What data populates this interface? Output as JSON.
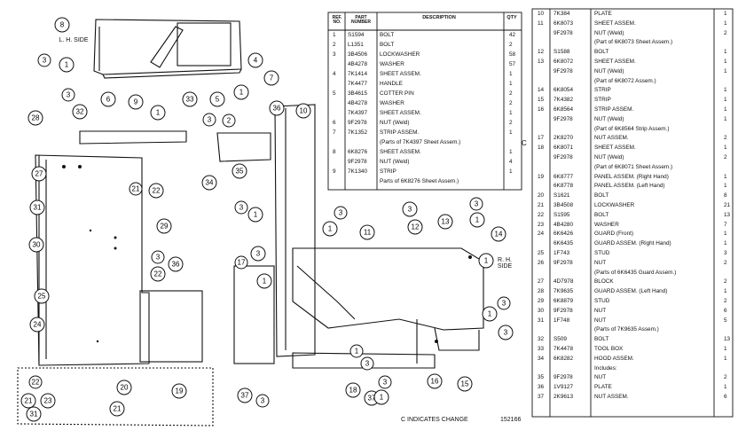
{
  "labels": {
    "lh_side": "L. H. SIDE",
    "rh_side": "R. H. SIDE",
    "change_note": "C INDICATES CHANGE",
    "ref_code": "152166",
    "change_mark": "C"
  },
  "callouts": [
    {
      "n": "8"
    },
    {
      "n": "3"
    },
    {
      "n": "1"
    },
    {
      "n": "4"
    },
    {
      "n": "7"
    },
    {
      "n": "6"
    },
    {
      "n": "9"
    },
    {
      "n": "1"
    },
    {
      "n": "33"
    },
    {
      "n": "5"
    },
    {
      "n": "1"
    },
    {
      "n": "3"
    },
    {
      "n": "32"
    },
    {
      "n": "28"
    },
    {
      "n": "3"
    },
    {
      "n": "2"
    },
    {
      "n": "36"
    },
    {
      "n": "10"
    },
    {
      "n": "35"
    },
    {
      "n": "34"
    },
    {
      "n": "27"
    },
    {
      "n": "22"
    },
    {
      "n": "21"
    },
    {
      "n": "29"
    },
    {
      "n": "31"
    },
    {
      "n": "30"
    },
    {
      "n": "3"
    },
    {
      "n": "36"
    },
    {
      "n": "22"
    },
    {
      "n": "25"
    },
    {
      "n": "24"
    },
    {
      "n": "22"
    },
    {
      "n": "23"
    },
    {
      "n": "21"
    },
    {
      "n": "31"
    },
    {
      "n": "20"
    },
    {
      "n": "21"
    },
    {
      "n": "19"
    },
    {
      "n": "3"
    },
    {
      "n": "1"
    },
    {
      "n": "17"
    },
    {
      "n": "3"
    },
    {
      "n": "1"
    },
    {
      "n": "3"
    },
    {
      "n": "1"
    },
    {
      "n": "11"
    },
    {
      "n": "3"
    },
    {
      "n": "12"
    },
    {
      "n": "13"
    },
    {
      "n": "3"
    },
    {
      "n": "1"
    },
    {
      "n": "14"
    },
    {
      "n": "1"
    },
    {
      "n": "3"
    },
    {
      "n": "1"
    },
    {
      "n": "3"
    },
    {
      "n": "37"
    },
    {
      "n": "3"
    },
    {
      "n": "18"
    },
    {
      "n": "37"
    },
    {
      "n": "3"
    },
    {
      "n": "1"
    },
    {
      "n": "16"
    },
    {
      "n": "15"
    },
    {
      "n": "3"
    },
    {
      "n": "1"
    }
  ],
  "parts_table_left": {
    "headers": {
      "ref": "REF. NO.",
      "part": "PART NUMBER",
      "desc": "DESCRIPTION",
      "qty": "QTY"
    },
    "rows": [
      {
        "ref": "1",
        "part": "S1594",
        "desc": "BOLT",
        "qty": "42"
      },
      {
        "ref": "2",
        "part": "L1351",
        "desc": "BOLT",
        "qty": "2"
      },
      {
        "ref": "3",
        "part": "3B4506",
        "desc": "LOCKWASHER",
        "qty": "58"
      },
      {
        "ref": "",
        "part": "4B4278",
        "desc": "WASHER",
        "qty": "57"
      },
      {
        "ref": "4",
        "part": "7K1414",
        "desc": "SHEET ASSEM.",
        "qty": "1"
      },
      {
        "ref": "",
        "part": "7K4477",
        "desc": "HANDLE",
        "qty": "1"
      },
      {
        "ref": "5",
        "part": "3B4615",
        "desc": "COTTER PIN",
        "qty": "2"
      },
      {
        "ref": "",
        "part": "4B4278",
        "desc": "WASHER",
        "qty": "2"
      },
      {
        "ref": "",
        "part": "7K4397",
        "desc": "SHEET ASSEM.",
        "qty": "1"
      },
      {
        "ref": "6",
        "part": "9F2978",
        "desc": "NUT (Weld)",
        "qty": "2"
      },
      {
        "ref": "7",
        "part": "7K1352",
        "desc": "STRIP ASSEM.",
        "qty": "1"
      },
      {
        "ref": "",
        "part": "",
        "desc": "(Parts of 7K4397 Sheet Assem.)",
        "qty": ""
      },
      {
        "ref": "8",
        "part": "6K8276",
        "desc": "SHEET ASSEM.",
        "qty": "1"
      },
      {
        "ref": "",
        "part": "9F2978",
        "desc": "NUT (Weld)",
        "qty": "4"
      },
      {
        "ref": "9",
        "part": "7K1340",
        "desc": "STRIP",
        "qty": "1"
      },
      {
        "ref": "",
        "part": "",
        "desc": "Parts of 6K8276 Sheet Assem.)",
        "qty": ""
      }
    ]
  },
  "parts_table_right": {
    "rows": [
      {
        "ref": "10",
        "part": "7K384",
        "desc": "PLATE",
        "qty": "1"
      },
      {
        "ref": "11",
        "part": "6K8073",
        "desc": "SHEET ASSEM.",
        "qty": "1"
      },
      {
        "ref": "",
        "part": "9F2978",
        "desc": "NUT (Weld)",
        "qty": "2"
      },
      {
        "ref": "",
        "part": "",
        "desc": "(Part of 6K8073 Sheet Assem.)",
        "qty": ""
      },
      {
        "ref": "12",
        "part": "S1588",
        "desc": "BOLT",
        "qty": "1"
      },
      {
        "ref": "13",
        "part": "6K8072",
        "desc": "SHEET ASSEM.",
        "qty": "1"
      },
      {
        "ref": "",
        "part": "9F2978",
        "desc": "NUT (Weld)",
        "qty": "1"
      },
      {
        "ref": "",
        "part": "",
        "desc": "(Part of 6K8072 Assem.)",
        "qty": ""
      },
      {
        "ref": "14",
        "part": "6K8054",
        "desc": "STRIP",
        "qty": "1"
      },
      {
        "ref": "15",
        "part": "7K4382",
        "desc": "STRIP",
        "qty": "1"
      },
      {
        "ref": "16",
        "part": "6K8564",
        "desc": "STRIP ASSEM.",
        "qty": "1"
      },
      {
        "ref": "",
        "part": "9F2978",
        "desc": "NUT (Weld)",
        "qty": "1"
      },
      {
        "ref": "",
        "part": "",
        "desc": "(Part of 6K8564 Strip Assem.)",
        "qty": ""
      },
      {
        "ref": "17",
        "part": "2K8270",
        "desc": "NUT ASSEM.",
        "qty": "2"
      },
      {
        "ref": "18",
        "part": "6K8071",
        "desc": "SHEET ASSEM.",
        "qty": "1"
      },
      {
        "ref": "",
        "part": "9F2978",
        "desc": "NUT (Weld)",
        "qty": "2"
      },
      {
        "ref": "",
        "part": "",
        "desc": "(Part of 6K8071 Sheet Assem.)",
        "qty": ""
      },
      {
        "ref": "19",
        "part": "6K8777",
        "desc": "PANEL ASSEM. (Right Hand)",
        "qty": "1"
      },
      {
        "ref": "",
        "part": "6K8778",
        "desc": "PANEL ASSEM. (Left Hand)",
        "qty": "1"
      },
      {
        "ref": "20",
        "part": "S1621",
        "desc": "BOLT",
        "qty": "8"
      },
      {
        "ref": "21",
        "part": "3B4508",
        "desc": "LOCKWASHER",
        "qty": "21"
      },
      {
        "ref": "22",
        "part": "S1595",
        "desc": "BOLT",
        "qty": "13"
      },
      {
        "ref": "23",
        "part": "4B4280",
        "desc": "WASHER",
        "qty": "7"
      },
      {
        "ref": "24",
        "part": "6K6426",
        "desc": "GUARD (Front)",
        "qty": "1"
      },
      {
        "ref": "",
        "part": "6K6435",
        "desc": "GUARD ASSEM. (Right Hand)",
        "qty": "1"
      },
      {
        "ref": "25",
        "part": "1F743",
        "desc": "STUD",
        "qty": "3"
      },
      {
        "ref": "26",
        "part": "9F2978",
        "desc": "NUT",
        "qty": "2"
      },
      {
        "ref": "",
        "part": "",
        "desc": "(Parts of 6K6435 Guard Assem.)",
        "qty": ""
      },
      {
        "ref": "27",
        "part": "4D7978",
        "desc": "BLOCK",
        "qty": "2"
      },
      {
        "ref": "28",
        "part": "7K9635",
        "desc": "GUARD ASSEM. (Left Hand)",
        "qty": "1"
      },
      {
        "ref": "29",
        "part": "6K8879",
        "desc": "STUD",
        "qty": "2"
      },
      {
        "ref": "30",
        "part": "9F2978",
        "desc": "NUT",
        "qty": "6"
      },
      {
        "ref": "31",
        "part": "1F748",
        "desc": "NUT",
        "qty": "5"
      },
      {
        "ref": "",
        "part": "",
        "desc": "(Parts of 7K9635 Assem.)",
        "qty": ""
      },
      {
        "ref": "32",
        "part": "S509",
        "desc": "BOLT",
        "qty": "13"
      },
      {
        "ref": "33",
        "part": "7K4478",
        "desc": "TOOL BOX",
        "qty": "1"
      },
      {
        "ref": "34",
        "part": "6K8282",
        "desc": "HOOD ASSEM.",
        "qty": "1"
      },
      {
        "ref": "",
        "part": "",
        "desc": "Includes:",
        "qty": ""
      },
      {
        "ref": "35",
        "part": "9F2978",
        "desc": "NUT",
        "qty": "2"
      },
      {
        "ref": "36",
        "part": "1V9127",
        "desc": "PLATE",
        "qty": "1"
      },
      {
        "ref": "37",
        "part": "2K9613",
        "desc": "NUT ASSEM.",
        "qty": "6"
      }
    ]
  }
}
